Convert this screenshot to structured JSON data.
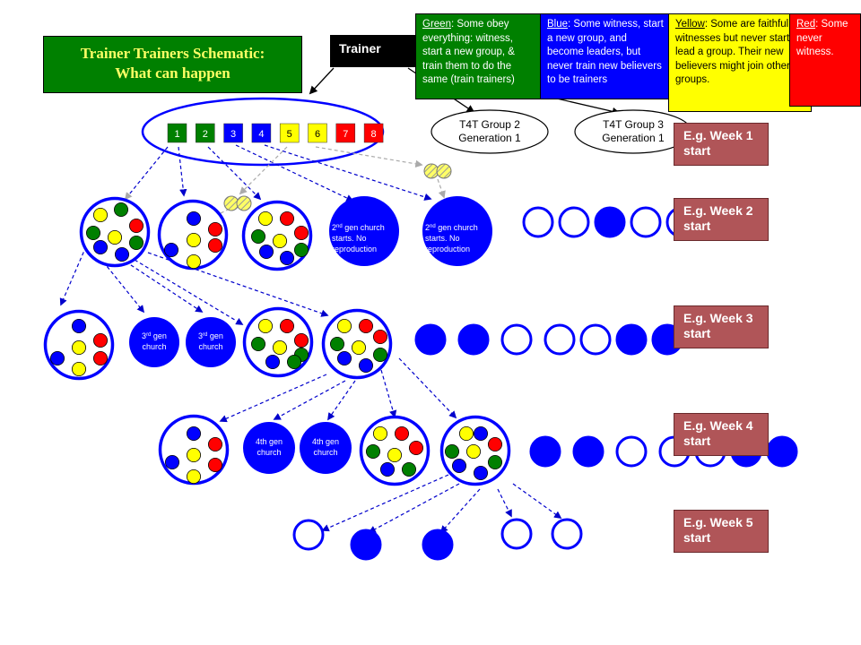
{
  "title": [
    "Trainer Trainers Schematic:",
    "What can happen"
  ],
  "trainer_label": "Trainer",
  "legend": {
    "green": {
      "term": "Green",
      "text": ": Some obey everything: witness, start a new group, & train them to do the same (train trainers)"
    },
    "blue": {
      "term": "Blue",
      "text": ": Some witness, start a new group, and become leaders, but never train new believers to be trainers"
    },
    "yellow": {
      "term": "Yellow",
      "text": ": Some are faithful witnesses but never start or lead a group. Their new believers might join other groups."
    },
    "red": {
      "term": "Red",
      "text": ": Some never witness."
    }
  },
  "t4t_groups": [
    {
      "line1": "T4T Group 2",
      "line2": "Generation 1"
    },
    {
      "line1": "T4T Group 3",
      "line2": "Generation 1"
    }
  ],
  "trainees": [
    "1",
    "2",
    "3",
    "4",
    "5",
    "6",
    "7",
    "8"
  ],
  "weeks": [
    {
      "line1": "E.g. Week 1",
      "line2": "start"
    },
    {
      "line1": "E.g. Week 2",
      "line2": "start"
    },
    {
      "line1": "E.g. Week 3",
      "line2": "start"
    },
    {
      "line1": "E.g. Week 4",
      "line2": "start"
    },
    {
      "line1": "E.g. Week 5",
      "line2": "start"
    }
  ],
  "labels": {
    "second_gen": [
      "2nd gen church",
      "starts. No",
      "reproduction"
    ],
    "third_gen": [
      "3rd gen",
      "church"
    ],
    "fourth_gen": [
      "4th gen",
      "church"
    ]
  },
  "colors": {
    "green": "#008000",
    "blue": "#0000ff",
    "yellow": "#ffff00",
    "red": "#ff0000",
    "title_bg": "#008000",
    "title_text": "#ffff66",
    "week_bg": "#b05558"
  }
}
